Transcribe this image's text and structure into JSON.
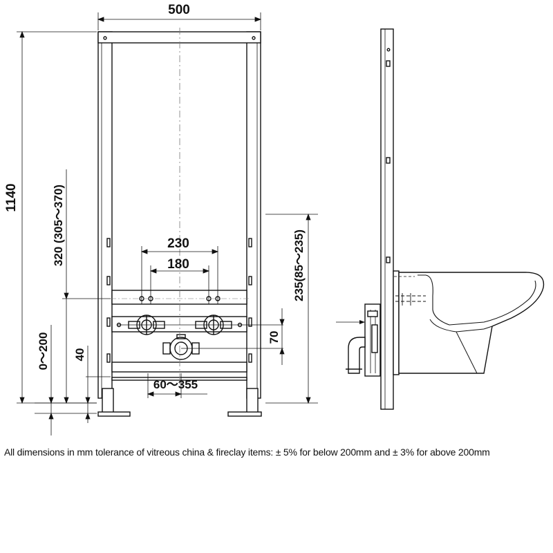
{
  "dimensions": {
    "frame_width": "500",
    "frame_height": "1140",
    "adjustable_height": "320 (305～370)",
    "height_range": "0～200",
    "bracket_spacing_outer": "230",
    "bracket_spacing_inner": "180",
    "bracket_offset": "235(85～235)",
    "valve_height": "70",
    "pipe_height": "40",
    "waste_range": "60～355"
  },
  "footnote": "All dimensions in mm tolerance of vitreous china & fireclay items: ± 5% for below 200mm and ± 3% for above 200mm"
}
